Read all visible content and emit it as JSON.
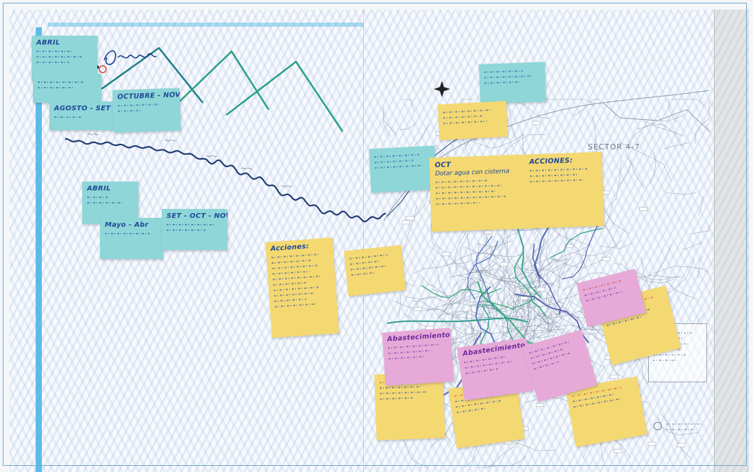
{
  "notes": {
    "abril_top": "ABRIL",
    "agosto_set": "AGOSTO - SET",
    "octubre_nov": "OCTUBRE - NOV",
    "abril_mid": "ABRIL",
    "mayo_abr": "Mayo - Abr",
    "set_oct_nov": "SET - OCT - NOV",
    "acciones_left": "Acciones:",
    "oct_heading": "OCT",
    "oct_text": "Dotar agua con cisterna",
    "acciones_right": "ACCIONES:",
    "abastecimiento": "Abastecimiento"
  },
  "map": {
    "sector_label": "SECTOR 4-7"
  },
  "colors": {
    "note_teal": "#8ed6d8",
    "note_yellow": "#f4d872",
    "note_pink": "#e7a9d8",
    "ink_blue": "#1f4a96",
    "ink_purple": "#6b2c9c",
    "stripe_blue": "#4db6e4",
    "river_navy": "#1e3a73",
    "mountain_teal": "#1f7f88",
    "mountain_green": "#2aa184"
  }
}
